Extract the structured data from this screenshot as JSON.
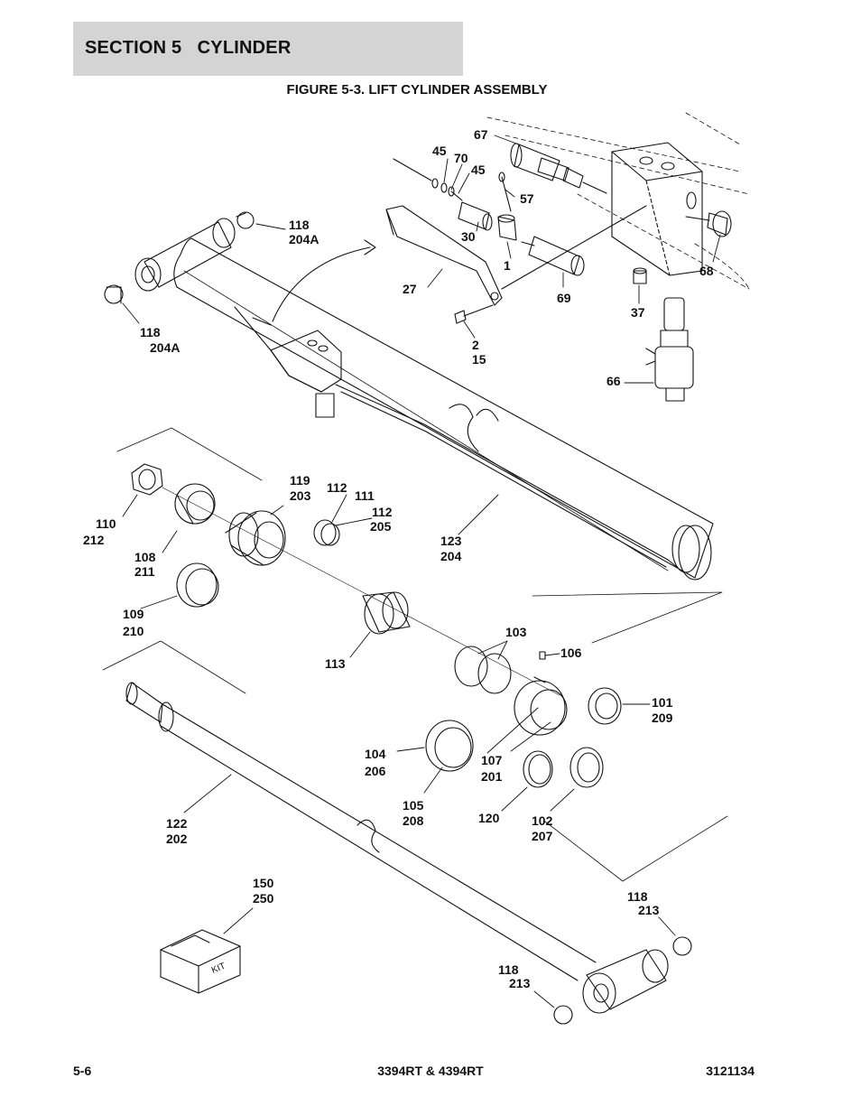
{
  "header": {
    "section": "SECTION 5   CYLINDER"
  },
  "figure": {
    "title": "FIGURE 5-3. LIFT CYLINDER ASSEMBLY"
  },
  "callouts": [
    {
      "id": "c67",
      "text": "67"
    },
    {
      "id": "c45a",
      "text": "45"
    },
    {
      "id": "c70",
      "text": "70"
    },
    {
      "id": "c45b",
      "text": "45"
    },
    {
      "id": "c57",
      "text": "57"
    },
    {
      "id": "c30",
      "text": "30"
    },
    {
      "id": "c1",
      "text": "1"
    },
    {
      "id": "c68",
      "text": "68"
    },
    {
      "id": "c69",
      "text": "69"
    },
    {
      "id": "c37",
      "text": "37"
    },
    {
      "id": "c27",
      "text": "27"
    },
    {
      "id": "c2",
      "text": "2"
    },
    {
      "id": "c15",
      "text": "15"
    },
    {
      "id": "c66",
      "text": "66"
    },
    {
      "id": "c118a",
      "text": "118"
    },
    {
      "id": "c204Aa",
      "text": "204A"
    },
    {
      "id": "c118b",
      "text": "118"
    },
    {
      "id": "c204Ab",
      "text": "204A"
    },
    {
      "id": "c119",
      "text": "119"
    },
    {
      "id": "c203",
      "text": "203"
    },
    {
      "id": "c112a",
      "text": "112"
    },
    {
      "id": "c111",
      "text": "111"
    },
    {
      "id": "c112b",
      "text": "112"
    },
    {
      "id": "c205",
      "text": "205"
    },
    {
      "id": "c110",
      "text": "110"
    },
    {
      "id": "c212",
      "text": "212"
    },
    {
      "id": "c108",
      "text": "108"
    },
    {
      "id": "c211",
      "text": "211"
    },
    {
      "id": "c123",
      "text": "123"
    },
    {
      "id": "c204",
      "text": "204"
    },
    {
      "id": "c109",
      "text": "109"
    },
    {
      "id": "c210",
      "text": "210"
    },
    {
      "id": "c113",
      "text": "113"
    },
    {
      "id": "c103",
      "text": "103"
    },
    {
      "id": "c106",
      "text": "106"
    },
    {
      "id": "c101",
      "text": "101"
    },
    {
      "id": "c209",
      "text": "209"
    },
    {
      "id": "c104",
      "text": "104"
    },
    {
      "id": "c206",
      "text": "206"
    },
    {
      "id": "c107",
      "text": "107"
    },
    {
      "id": "c201",
      "text": "201"
    },
    {
      "id": "c105",
      "text": "105"
    },
    {
      "id": "c208",
      "text": "208"
    },
    {
      "id": "c120",
      "text": "120"
    },
    {
      "id": "c102",
      "text": "102"
    },
    {
      "id": "c207",
      "text": "207"
    },
    {
      "id": "c122",
      "text": "122"
    },
    {
      "id": "c202",
      "text": "202"
    },
    {
      "id": "c150",
      "text": "150"
    },
    {
      "id": "c250",
      "text": "250"
    },
    {
      "id": "c118c",
      "text": "118"
    },
    {
      "id": "c213a",
      "text": "213"
    },
    {
      "id": "c118d",
      "text": "118"
    },
    {
      "id": "c213b",
      "text": "213"
    }
  ],
  "kit_label": "KIT",
  "footer": {
    "page": "5-6",
    "model": "3394RT & 4394RT",
    "doc_number": "3121134"
  }
}
